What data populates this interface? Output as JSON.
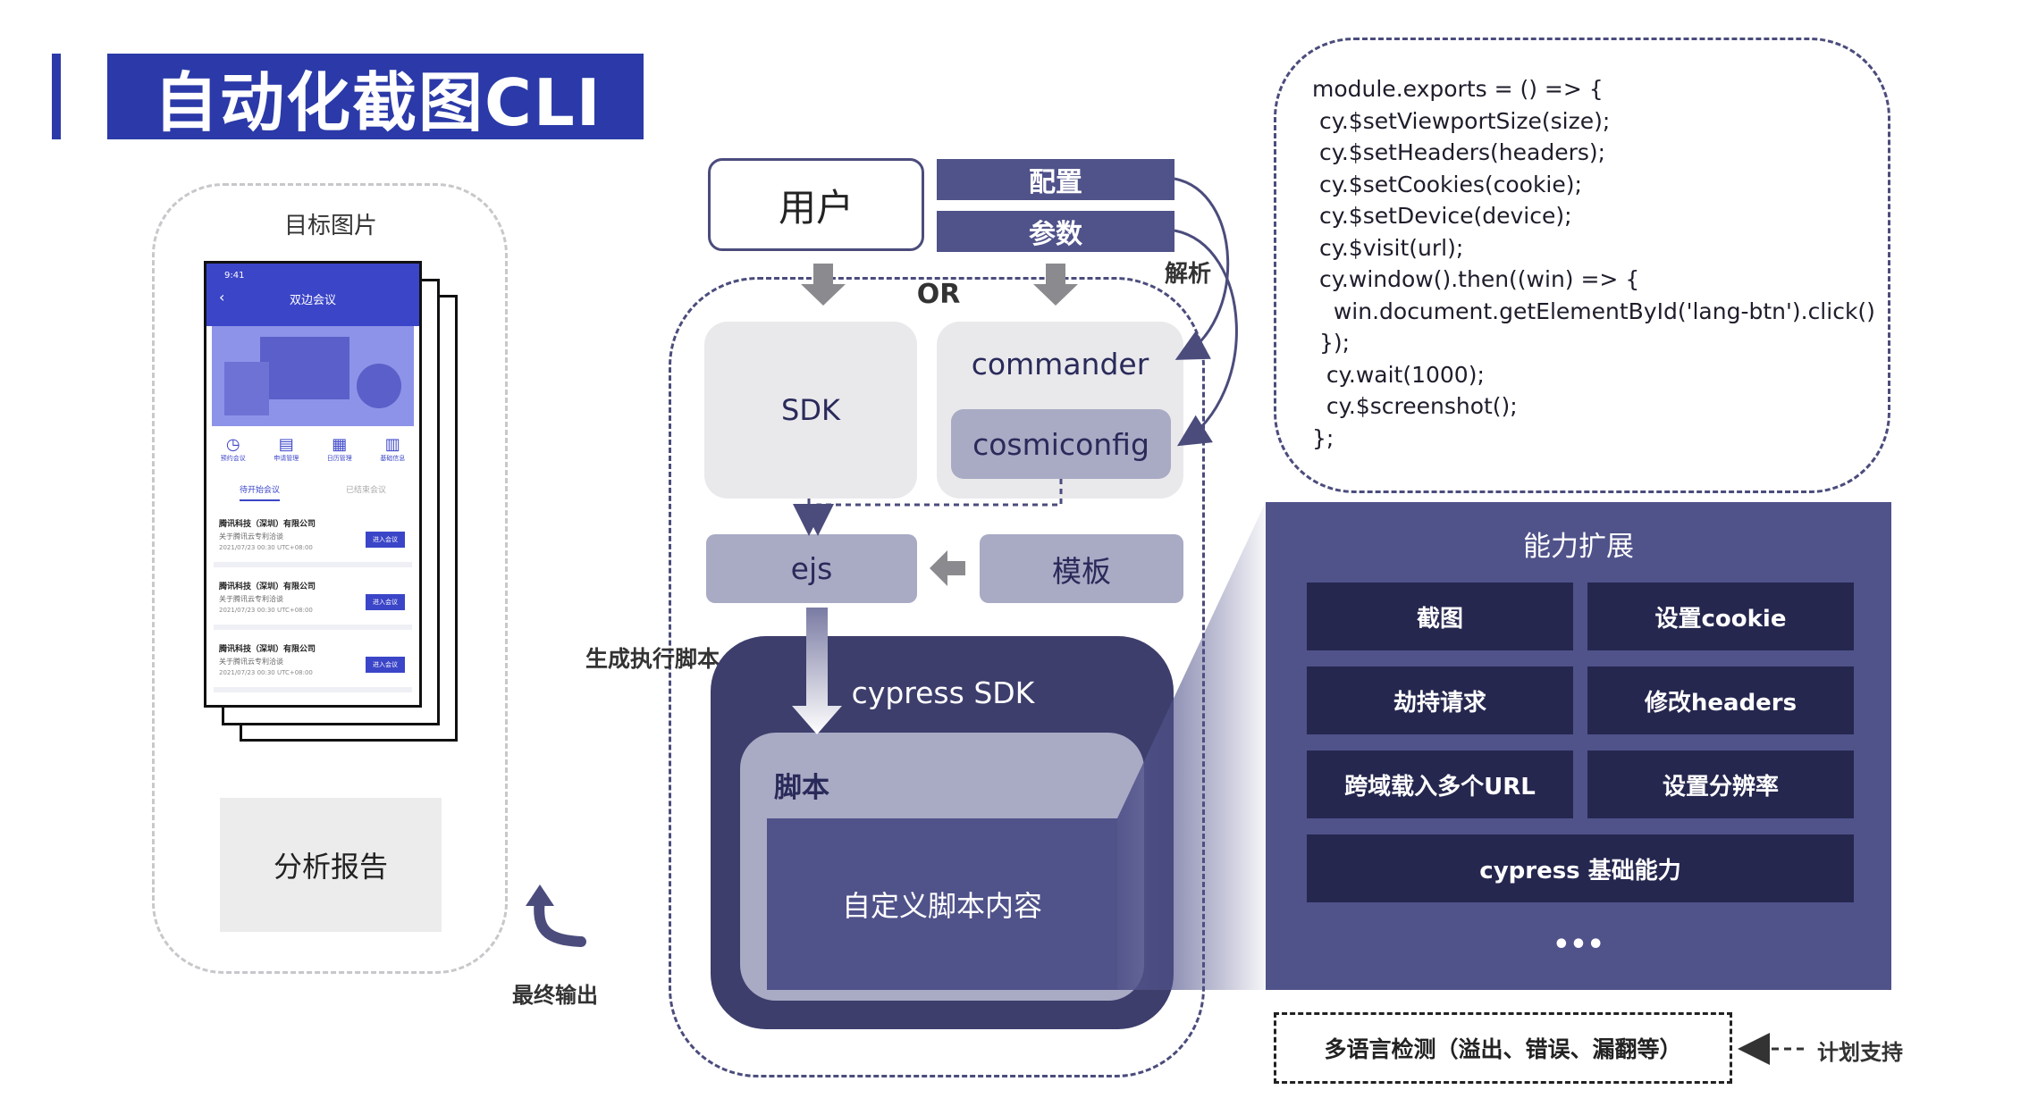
{
  "title": "自动化截图CLI",
  "left": {
    "target_label": "目标图片",
    "phone": {
      "time": "9:41",
      "header_title": "双边会议",
      "back_icon": "chevron-left-icon",
      "icons": [
        {
          "icon": "clock-icon",
          "label": "预约会议"
        },
        {
          "icon": "document-icon",
          "label": "申请管理"
        },
        {
          "icon": "calendar-icon",
          "label": "日历管理"
        },
        {
          "icon": "building-icon",
          "label": "基础信息"
        }
      ],
      "tabs": [
        "待开始会议",
        "已结束会议"
      ],
      "cards": [
        {
          "company": "腾讯科技（深圳）有限公司",
          "subject": "关于腾讯云专利洽谈",
          "time": "2021/07/23 00:30  UTC+08:00",
          "button": "进入会议"
        },
        {
          "company": "腾讯科技（深圳）有限公司",
          "subject": "关于腾讯云专利洽谈",
          "time": "2021/07/23 00:30  UTC+08:00",
          "button": "进入会议"
        },
        {
          "company": "腾讯科技（深圳）有限公司",
          "subject": "关于腾讯云专利洽谈",
          "time": "2021/07/23 00:30  UTC+08:00",
          "button": "进入会议"
        }
      ]
    },
    "report": "分析报告",
    "output_label": "最终输出"
  },
  "middle": {
    "user": "用户",
    "config": "配置",
    "params": "参数",
    "or": "OR",
    "parse": "解析",
    "sdk": "SDK",
    "commander": "commander",
    "cosmiconfig": "cosmiconfig",
    "ejs": "ejs",
    "template": "模板",
    "generate": "生成执行脚本",
    "cypress_sdk": "cypress SDK",
    "script": "脚本",
    "custom_script": "自定义脚本内容"
  },
  "code": "module.exports = () => {\n cy.$setViewportSize(size);\n cy.$setHeaders(headers);\n cy.$setCookies(cookie);\n cy.$setDevice(device);\n cy.$visit(url);\n cy.window().then((win) => {\n   win.document.getElementById('lang-btn').click()\n });\n  cy.wait(1000);\n  cy.$screenshot();\n};",
  "capabilities": {
    "title": "能力扩展",
    "items": [
      "截图",
      "设置cookie",
      "劫持请求",
      "修改headers",
      "跨域载入多个URL",
      "设置分辨率"
    ],
    "base": "cypress 基础能力",
    "more": "•••"
  },
  "future": {
    "box": "多语言检测（溢出、错误、漏翻等）",
    "label": "计划支持"
  },
  "colors": {
    "title_blue": "#2b3aa8",
    "navy": "#3d3e6c",
    "purple": "#50528a",
    "lavender": "#a9aac4",
    "light_gray": "#e9e9ec",
    "dark_button": "#26274f"
  }
}
